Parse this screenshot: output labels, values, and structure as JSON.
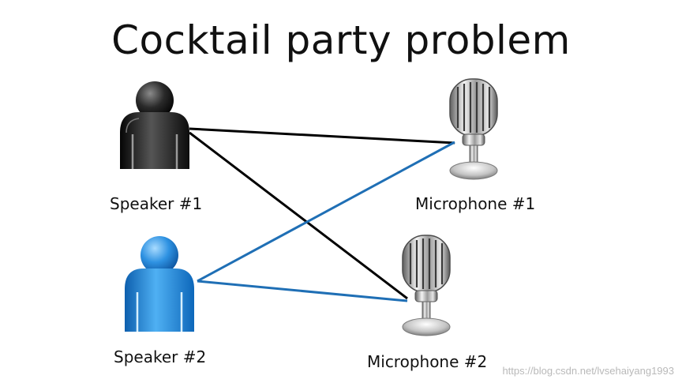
{
  "title": "Cocktail party problem",
  "nodes": {
    "speaker1": {
      "label": "Speaker #1",
      "color": "#1a1a1a"
    },
    "speaker2": {
      "label": "Speaker #2",
      "color": "#2a86d8"
    },
    "microphone1": {
      "label": "Microphone #1"
    },
    "microphone2": {
      "label": "Microphone #2"
    }
  },
  "connections": [
    {
      "from": "speaker1",
      "to": "microphone1",
      "color": "#000000"
    },
    {
      "from": "speaker1",
      "to": "microphone2",
      "color": "#000000"
    },
    {
      "from": "speaker2",
      "to": "microphone1",
      "color": "#1f6fb5"
    },
    {
      "from": "speaker2",
      "to": "microphone2",
      "color": "#1f6fb5"
    }
  ],
  "watermark": "https://blog.csdn.net/lvsehaiyang1993",
  "icons": {
    "speaker": "person-icon",
    "microphone": "microphone-icon"
  }
}
